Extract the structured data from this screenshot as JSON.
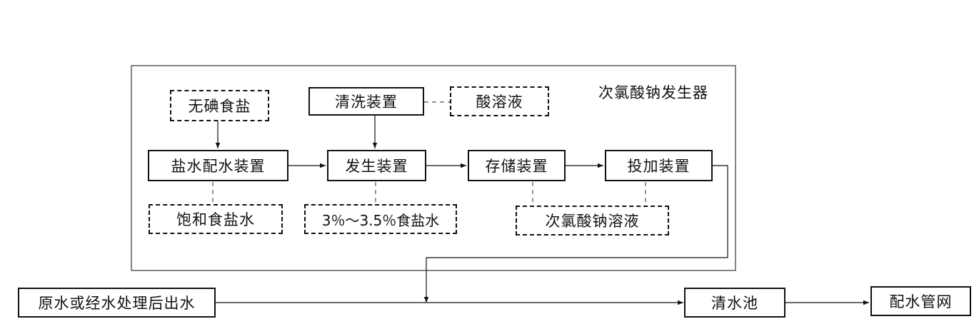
{
  "diagram": {
    "group_title": "次氯酸钠发生器",
    "nodes": {
      "salt": "无碘食盐",
      "cleaning": "清洗装置",
      "acid": "酸溶液",
      "brine_prep": "盐水配水装置",
      "generator": "发生装置",
      "storage": "存储装置",
      "dosing": "投加装置",
      "saturated_brine": "饱和食盐水",
      "dilute_brine": "3％～3.5％食盐水",
      "hypochlorite": "次氯酸钠溶液",
      "raw_water": "原水或经水处理后出水",
      "clear_well": "清水池",
      "distribution": "配水管网"
    }
  }
}
